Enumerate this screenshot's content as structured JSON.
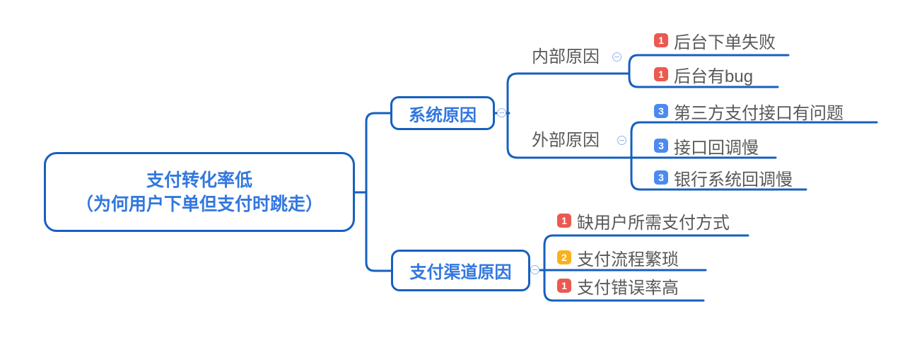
{
  "mindmap": {
    "root": {
      "line1": "支付转化率低",
      "line2": "（为何用户下单但支付时跳走）"
    },
    "children": [
      {
        "label": "系统原因",
        "children": [
          {
            "label": "内部原因",
            "children": [
              {
                "priority": "1",
                "priority_color": "red",
                "label": "后台下单失败"
              },
              {
                "priority": "1",
                "priority_color": "red",
                "label": "后台有bug"
              }
            ]
          },
          {
            "label": "外部原因",
            "children": [
              {
                "priority": "3",
                "priority_color": "blue",
                "label": "第三方支付接口有问题"
              },
              {
                "priority": "3",
                "priority_color": "blue",
                "label": "接口回调慢"
              },
              {
                "priority": "3",
                "priority_color": "blue",
                "label": "银行系统回调慢"
              }
            ]
          }
        ]
      },
      {
        "label": "支付渠道原因",
        "children": [
          {
            "priority": "1",
            "priority_color": "red",
            "label": "缺用户所需支付方式"
          },
          {
            "priority": "2",
            "priority_color": "orange",
            "label": "支付流程繁琐"
          },
          {
            "priority": "1",
            "priority_color": "red",
            "label": "支付错误率高"
          }
        ]
      }
    ]
  },
  "icons": {
    "collapse_glyph": "−"
  },
  "colors": {
    "line": "#1660BF",
    "node_text": "#3277DF",
    "leaf_text": "#595959",
    "red": "#EA5A50",
    "orange": "#F9B11B",
    "blue": "#4C8AF0",
    "collapse": "#93B4EC",
    "background": "#FFFFFF"
  }
}
